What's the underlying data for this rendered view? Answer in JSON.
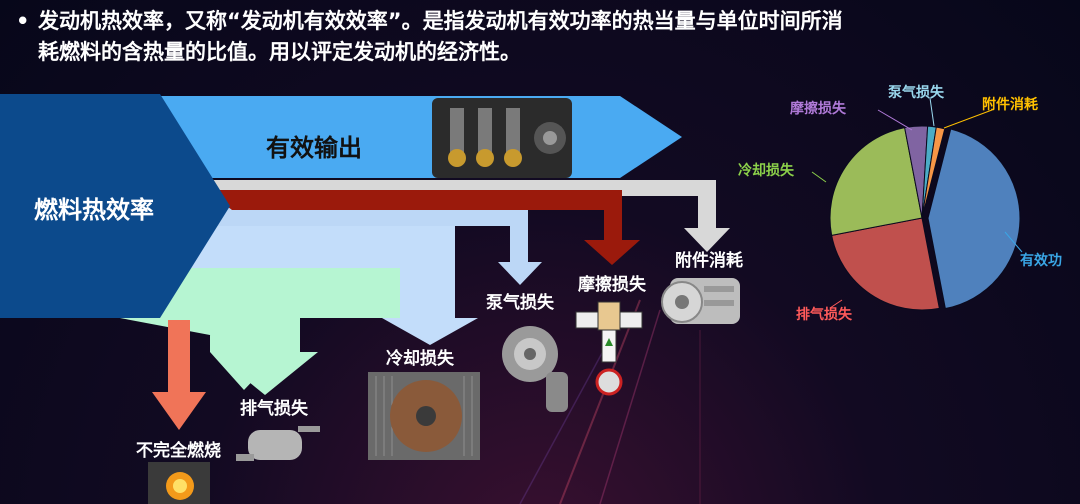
{
  "heading": {
    "bullet": "•",
    "line1": "发动机热效率，又称“发动机有效效率”。是指发动机有效功率的热当量与单位时间所消",
    "line2": "耗燃料的含热量的比值。用以评定发动机的经济性。"
  },
  "flow": {
    "source_label": "燃料热效率",
    "output_label": "有效输出",
    "branches": [
      {
        "key": "auxiliary",
        "label": "附件消耗",
        "color": "#d8d8d8"
      },
      {
        "key": "friction",
        "label": "摩擦损失",
        "color": "#9b1a0c"
      },
      {
        "key": "pumping",
        "label": "泵气损失",
        "color": "#bcd7f6"
      },
      {
        "key": "cooling",
        "label": "冷却损失",
        "color": "#c3ddfa"
      },
      {
        "key": "exhaust",
        "label": "排气损失",
        "color": "#b6f5d2"
      },
      {
        "key": "incomplete",
        "label": "不完全燃烧",
        "color": "#f07458"
      }
    ]
  },
  "chart_data": {
    "type": "pie",
    "slices": [
      {
        "label": "有效功",
        "value": 43,
        "color": "#4f81bd",
        "label_color": "#3aa6e6"
      },
      {
        "label": "排气损失",
        "value": 25,
        "color": "#c0504d",
        "label_color": "#ff5a5a"
      },
      {
        "label": "冷却损失",
        "value": 25,
        "color": "#9bbb59",
        "label_color": "#8cd14a"
      },
      {
        "label": "摩擦损失",
        "value": 4,
        "color": "#8064a2",
        "label_color": "#b07ad8"
      },
      {
        "label": "泵气损失",
        "value": 1.5,
        "color": "#4bacc6",
        "label_color": "#9ad8ee"
      },
      {
        "label": "附件消耗",
        "value": 1.5,
        "color": "#f79646",
        "label_color": "#ffc000"
      }
    ]
  },
  "colors": {
    "source_arrow": "#0c4a8c",
    "output_arrow": "#4aaaf2"
  },
  "icons": [
    "engine-block-icon",
    "ac-compressor-icon",
    "piston-friction-icon",
    "water-pump-icon",
    "radiator-fan-icon",
    "muffler-icon",
    "combustion-flame-icon"
  ]
}
